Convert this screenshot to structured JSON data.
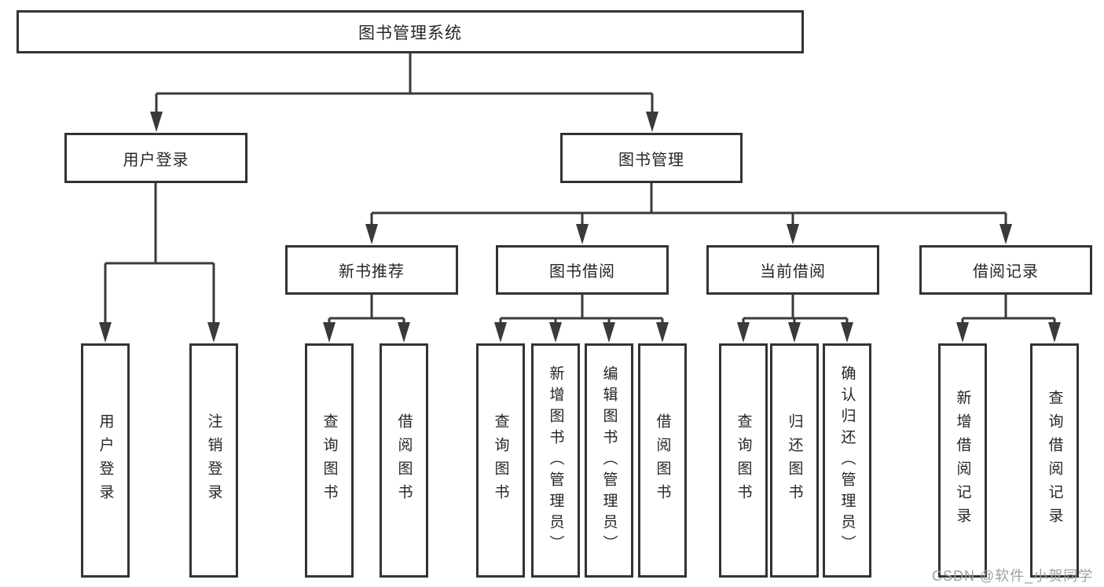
{
  "diagram_title": "图书管理系统",
  "colors": {
    "line": "#3a3a3a",
    "box_border": "#333333",
    "text": "#262626",
    "watermark": "#9f9f9f",
    "background": "#ffffff"
  },
  "nodes": {
    "root": {
      "label": "图书管理系统"
    },
    "level2": [
      {
        "label": "用户登录",
        "parent": "图书管理系统"
      },
      {
        "label": "图书管理",
        "parent": "图书管理系统"
      }
    ],
    "level3": [
      {
        "label": "新书推荐",
        "parent": "图书管理"
      },
      {
        "label": "图书借阅",
        "parent": "图书管理"
      },
      {
        "label": "当前借阅",
        "parent": "图书管理"
      },
      {
        "label": "借阅记录",
        "parent": "图书管理"
      }
    ],
    "leaves": [
      {
        "label": "用户登录",
        "parent": "用户登录"
      },
      {
        "label": "注销登录",
        "parent": "用户登录"
      },
      {
        "label": "查询图书",
        "parent": "新书推荐"
      },
      {
        "label": "借阅图书",
        "parent": "新书推荐"
      },
      {
        "label": "查询图书",
        "parent": "图书借阅"
      },
      {
        "label": "新增图书（管理员）",
        "parent": "图书借阅"
      },
      {
        "label": "编辑图书（管理员）",
        "parent": "图书借阅"
      },
      {
        "label": "借阅图书",
        "parent": "图书借阅"
      },
      {
        "label": "查询图书",
        "parent": "当前借阅"
      },
      {
        "label": "归还图书",
        "parent": "当前借阅"
      },
      {
        "label": "确认归还（管理员）",
        "parent": "当前借阅"
      },
      {
        "label": "新增借阅记录",
        "parent": "借阅记录"
      },
      {
        "label": "查询借阅记录",
        "parent": "借阅记录"
      }
    ]
  },
  "watermark": "CSDN @软件_小贺同学"
}
